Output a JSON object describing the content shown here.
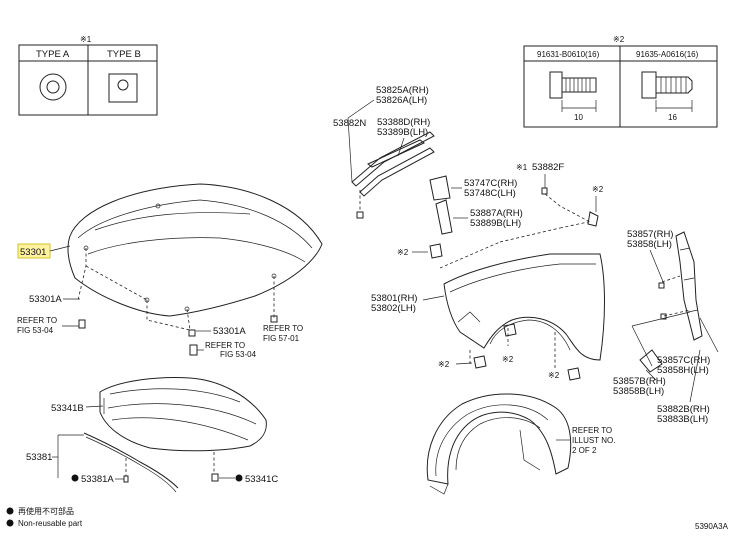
{
  "type_table": {
    "mark": "※1",
    "col_a": "TYPE A",
    "col_b": "TYPE B"
  },
  "bolt_table": {
    "mark": "※2",
    "col_a": "91631-B0610(16)",
    "col_b": "91635-A0616(16)",
    "len_a": "10",
    "len_b": "16"
  },
  "labels": {
    "hood": "53301",
    "hood_a": "53301A",
    "hood_a2": "53301A",
    "refer1_l1": "REFER TO",
    "refer1_l2": "FIG 53-04",
    "refer2_l1": "REFER TO",
    "refer2_l2": "FIG 53-04",
    "refer3_l1": "REFER TO",
    "refer3_l2": "FIG 57-01",
    "insulator": "53341B",
    "seal": "53381",
    "seal_clip": "53381A",
    "clip": "53341C",
    "molding_rh": "53825A(RH)",
    "molding_lh": "53826A(LH)",
    "seal_n": "53882N",
    "seal_d_rh": "53388D(RH)",
    "seal_d_lh": "53389B(LH)",
    "bracket_rh": "53747C(RH)",
    "bracket_lh": "53748C(LH)",
    "cover_rh": "53887A(RH)",
    "cover_lh": "53889B(LH)",
    "clip_f": "53882F",
    "clip_f_mark": "※1",
    "fender_rh": "53801(RH)",
    "fender_lh": "53802(LH)",
    "support_rh": "53857(RH)",
    "support_lh": "53858(LH)",
    "support_c_rh": "53857C(RH)",
    "support_c_lh": "53858H(LH)",
    "support_b_rh": "53857B(RH)",
    "support_b_lh": "53858B(LH)",
    "liner_rh": "53882B(RH)",
    "liner_lh": "53883B(LH)",
    "mark2": "※2",
    "refer_illust_l1": "REFER TO",
    "refer_illust_l2": "ILLUST NO.",
    "refer_illust_l3": "2 OF 2"
  },
  "legend": {
    "jp": "再使用不可部品",
    "en": "Non-reusable part"
  },
  "diagram_code": "5390A3A"
}
